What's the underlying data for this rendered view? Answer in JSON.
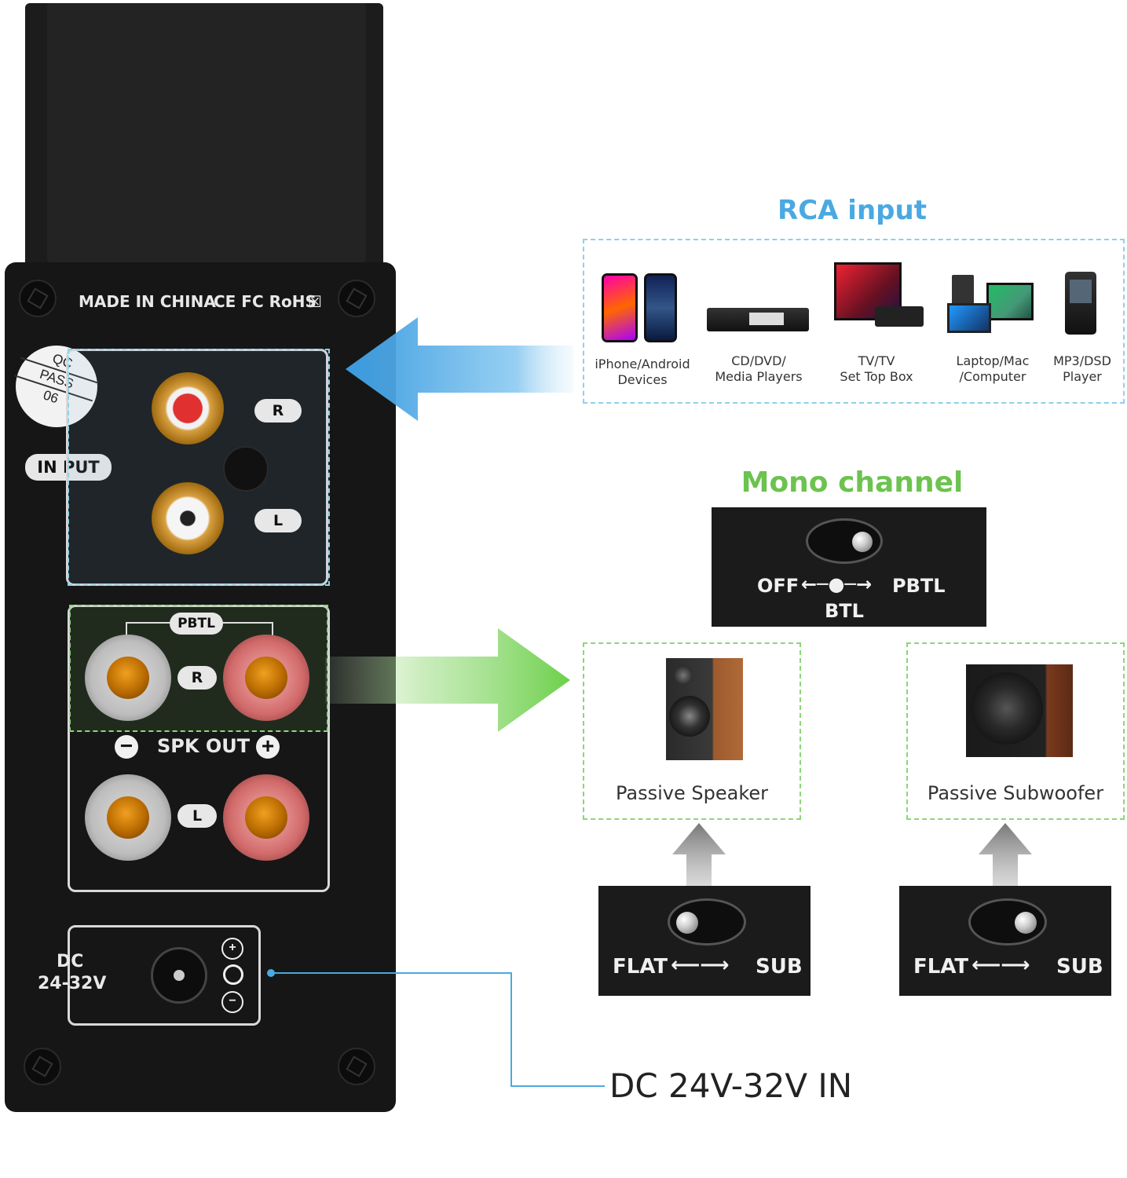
{
  "amplifier": {
    "made_in": "MADE IN CHINA",
    "certifications": "CE FC RoHS",
    "qc_sticker": {
      "line1": "QC",
      "line2": "PASS",
      "line3": "06"
    },
    "input_label": "IN PUT",
    "rca_right": "R",
    "rca_left": "L",
    "pbtl_label": "PBTL",
    "spk_right": "R",
    "spk_left": "L",
    "spk_out_label": "SPK OUT",
    "minus_sign": "−",
    "plus_sign": "+",
    "dc_label_line1": "DC",
    "dc_label_line2": "24-32V"
  },
  "rca_section": {
    "title": "RCA input",
    "devices": [
      {
        "label_line1": "iPhone/Android",
        "label_line2": "Devices",
        "icon": "smartphones-icon"
      },
      {
        "label_line1": "CD/DVD/",
        "label_line2": "Media Players",
        "icon": "cd-player-icon"
      },
      {
        "label_line1": "TV/TV",
        "label_line2": "Set Top Box",
        "icon": "tv-icon"
      },
      {
        "label_line1": "Laptop/Mac",
        "label_line2": "/Computer",
        "icon": "computer-icon"
      },
      {
        "label_line1": "MP3/DSD",
        "label_line2": "Player",
        "icon": "mp3-player-icon"
      }
    ]
  },
  "mono_section": {
    "title": "Mono channel",
    "switch": {
      "off": "OFF",
      "pbtl": "PBTL",
      "btl": "BTL"
    }
  },
  "outputs": {
    "speaker_label": "Passive Speaker",
    "subwoofer_label": "Passive Subwoofer",
    "speaker_switch": {
      "left": "FLAT",
      "right": "SUB"
    },
    "subwoofer_switch": {
      "left": "FLAT",
      "right": "SUB"
    }
  },
  "dc_callout": "DC 24V-32V IN",
  "colors": {
    "blue": "#4aa9e0",
    "green": "#6cc34f",
    "arrow_gray": "#8a8a8a"
  }
}
